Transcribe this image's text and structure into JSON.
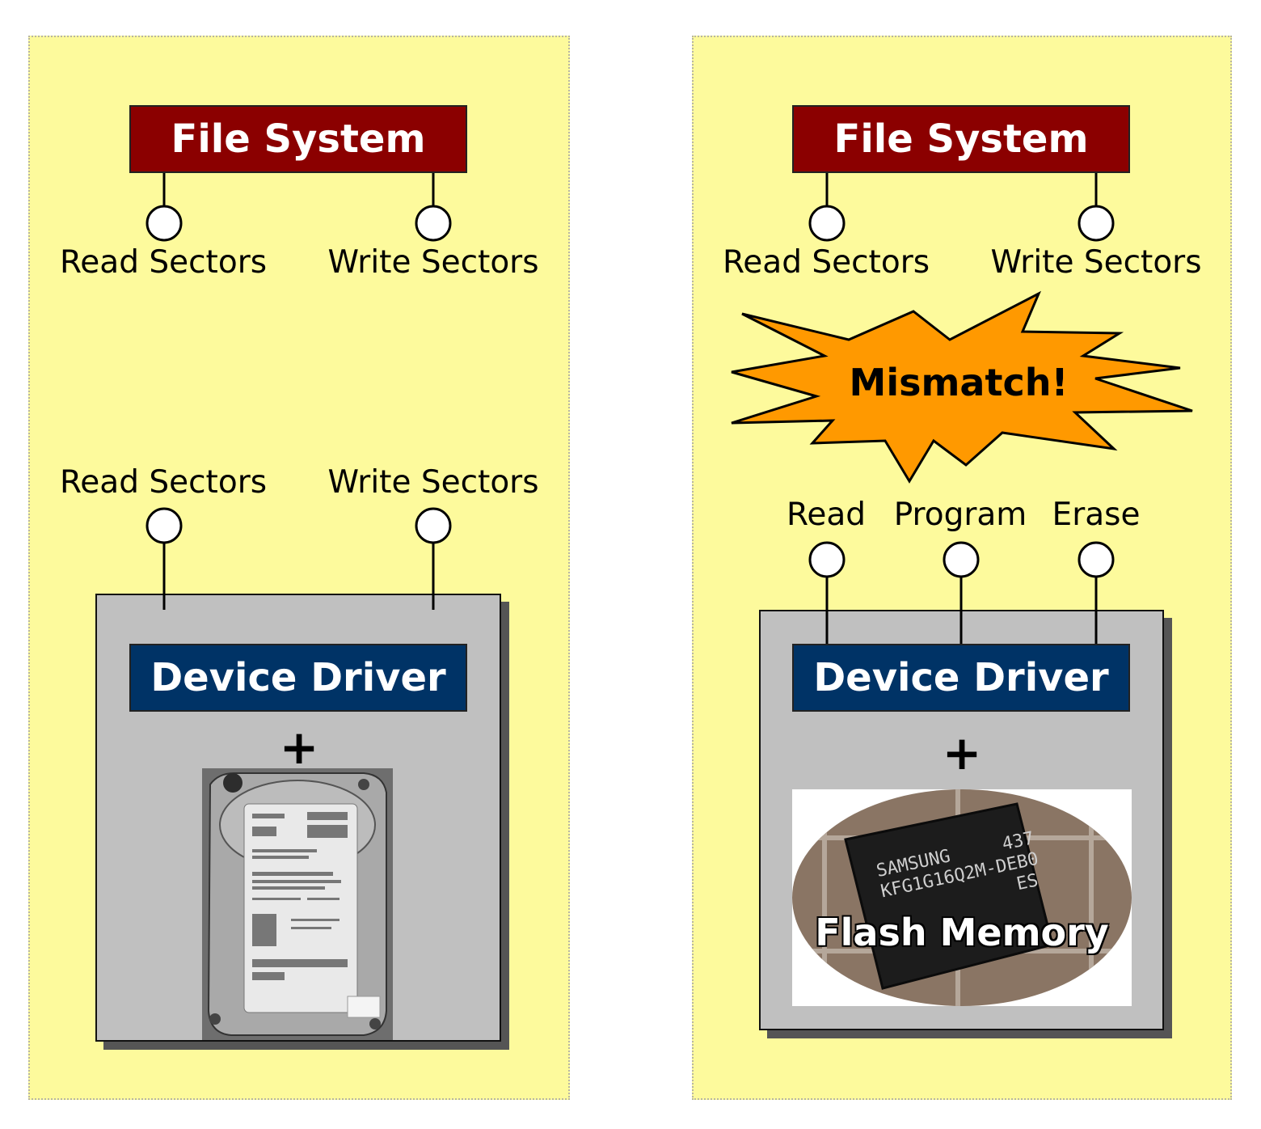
{
  "left": {
    "file_system": "File System",
    "top_ports": [
      "Read Sectors",
      "Write Sectors"
    ],
    "bottom_ports": [
      "Read Sectors",
      "Write Sectors"
    ],
    "device_driver": "Device Driver",
    "plus": "+"
  },
  "right": {
    "file_system": "File System",
    "top_ports": [
      "Read Sectors",
      "Write Sectors"
    ],
    "mismatch": "Mismatch!",
    "bottom_ports": [
      "Read",
      "Program",
      "Erase"
    ],
    "device_driver": "Device Driver",
    "plus": "+",
    "flash_label": "Flash Memory",
    "chip_text": [
      "SAMSUNG",
      "437",
      "KFG1G16Q2M-DEB0",
      "ES"
    ]
  },
  "colors": {
    "background_panel": "#fdfa9c",
    "file_system": "#8b0000",
    "device_driver": "#003366",
    "mismatch_burst": "#ff9900",
    "driver_housing": "#c0c0c0"
  }
}
